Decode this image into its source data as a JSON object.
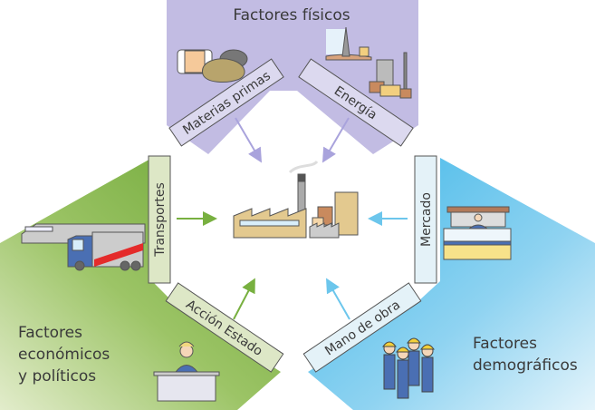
{
  "diagram": {
    "title": "Factores de localización industrial",
    "center": {
      "name": "Fábrica",
      "icon": "factory-icon"
    },
    "groups": [
      {
        "id": "fisicos",
        "label": "Factores físicos",
        "color": "#b9b3dd",
        "arrow_color": "#a9a3dc",
        "factors": [
          {
            "label": "Materias primas",
            "icon": "raw-materials-icon"
          },
          {
            "label": "Energía",
            "icon": "power-plant-icon"
          }
        ]
      },
      {
        "id": "economicos",
        "label_lines": [
          "Factores",
          "económicos",
          "y políticos"
        ],
        "color": "#7cb043",
        "arrow_color": "#78b040",
        "factors": [
          {
            "label": "Transportes",
            "icon": "truck-train-icon"
          },
          {
            "label": "Acción Estado",
            "icon": "official-desk-icon"
          }
        ]
      },
      {
        "id": "demograficos",
        "label_lines": [
          "Factores",
          "demográficos"
        ],
        "color": "#5ec3ea",
        "arrow_color": "#6cc6ec",
        "factors": [
          {
            "label": "Mercado",
            "icon": "market-stall-icon"
          },
          {
            "label": "Mano de obra",
            "icon": "workers-icon"
          }
        ]
      }
    ]
  }
}
